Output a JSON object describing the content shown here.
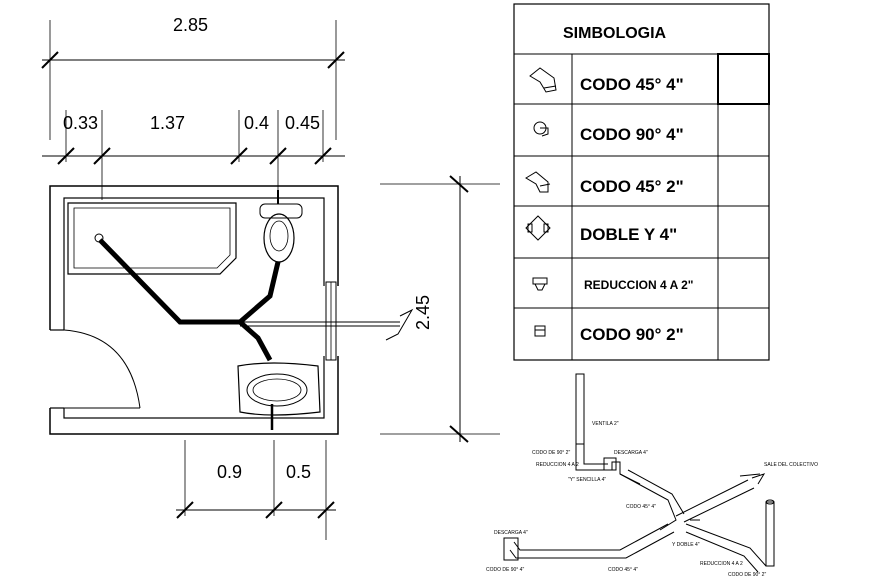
{
  "plan": {
    "dims": {
      "total_width": "2.85",
      "d1": "0.33",
      "d2": "1.37",
      "d3": "0.4",
      "d4": "0.45",
      "height": "2.45",
      "bottom1": "0.9",
      "bottom2": "0.5"
    }
  },
  "legend": {
    "title": "SIMBOLOGIA",
    "rows": [
      {
        "label": "CODO 45° 4\"",
        "icon": "elbow-45-icon"
      },
      {
        "label": "CODO 90° 4\"",
        "icon": "elbow-90-icon"
      },
      {
        "label": "CODO 45°  2\"",
        "icon": "elbow-45-small-icon"
      },
      {
        "label": "DOBLE Y  4\"",
        "icon": "double-y-icon"
      },
      {
        "label": "REDUCCION 4 A 2\"",
        "icon": "reducer-icon"
      },
      {
        "label": "CODO 90° 2\"",
        "icon": "elbow-90-small-icon"
      }
    ]
  },
  "isometric": {
    "labels": {
      "ventila": "VENTILA 2\"",
      "codo90_2_top": "CODO DE 90° 2\"",
      "descarga4_top": "DESCARGA 4\"",
      "reduccion": "REDUCCION 4 A 2",
      "sencilla": "\"Y\" SENCILLA 4\"",
      "sale": "SALE DEL COLECTIVO",
      "codo45": "CODO 45° 4\"",
      "descarga4_left": "DESCARGA 4\"",
      "doble": "Y DOBLE  4\"",
      "codo90_4_bottom": "CODO DE 90° 4\"",
      "codo45_bottom": "CODO 45° 4\"",
      "reduccion_bottom": "REDUCCION 4 A 2",
      "codo90_2_bottom": "CODO DE 90° 2\""
    }
  }
}
